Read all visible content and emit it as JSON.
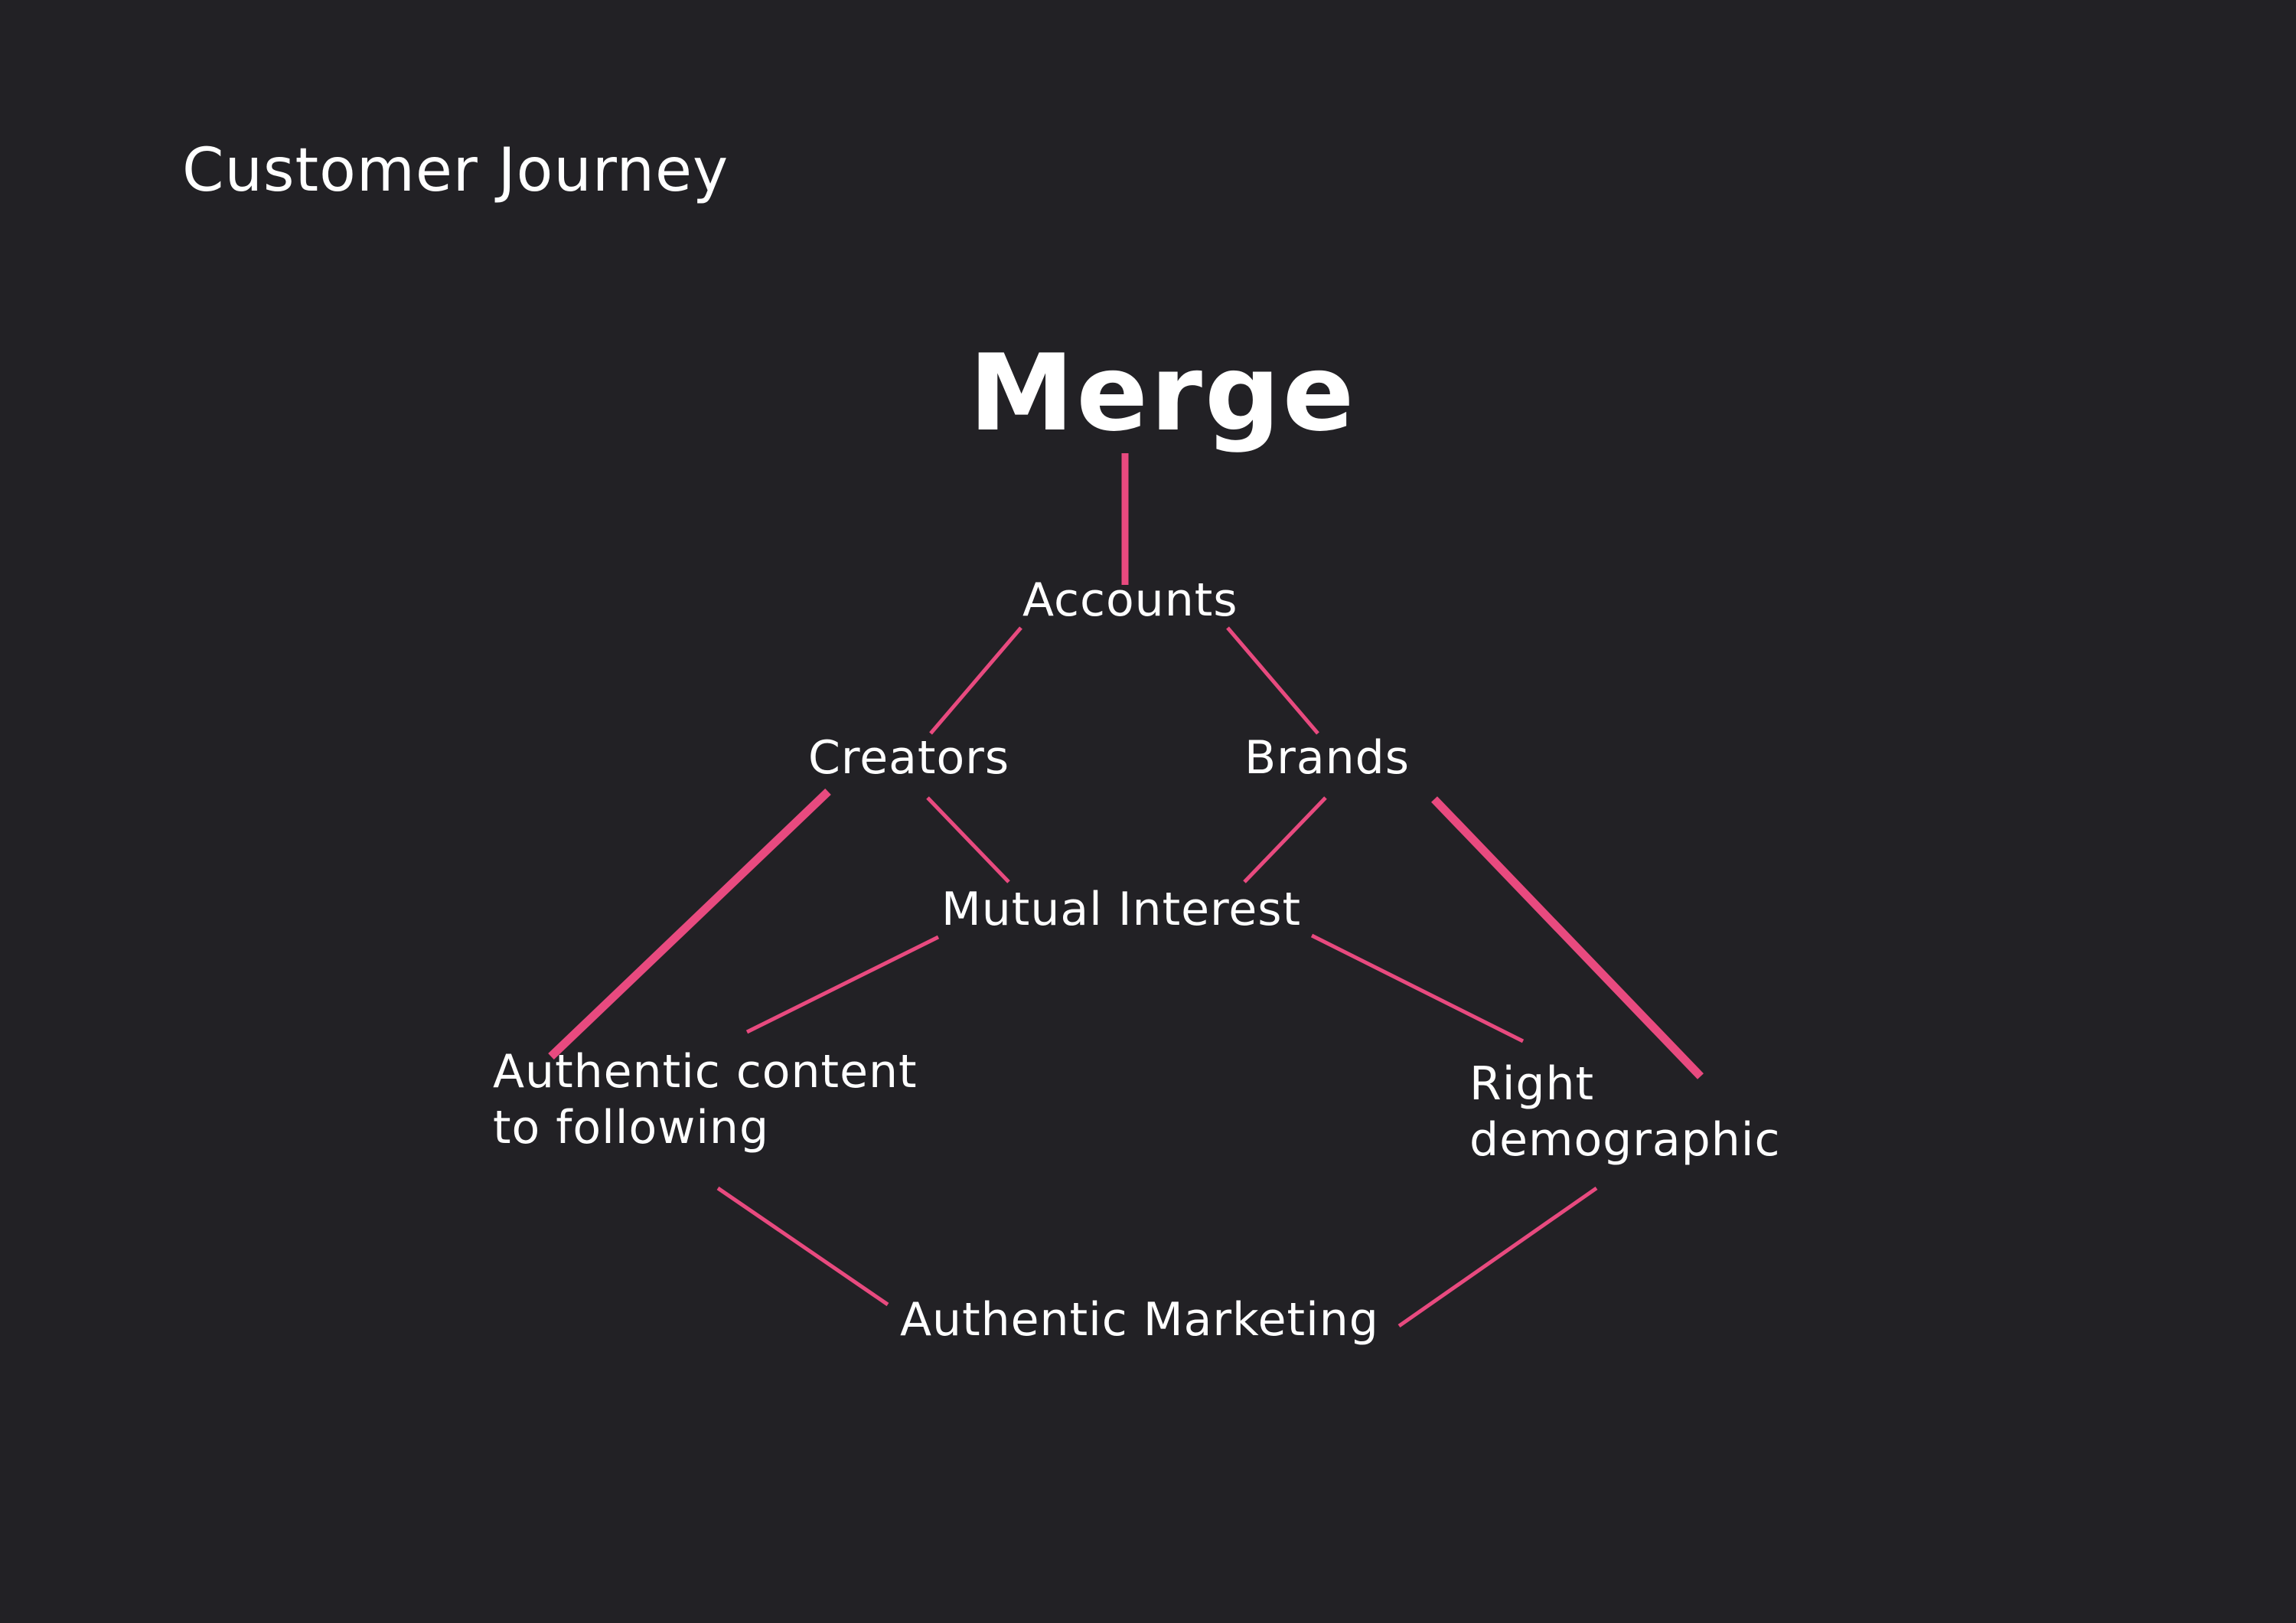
{
  "title": "Customer Journey",
  "colors": {
    "background": "#222125",
    "text": "#ffffff",
    "connector": "#e84a7f"
  },
  "nodes": {
    "merge": "Merge",
    "accounts": "Accounts",
    "creators": "Creators",
    "brands": "Brands",
    "mutual_interest": "Mutual Interest",
    "authentic_content": [
      "Authentic content",
      "to following"
    ],
    "right_demographic": [
      "Right",
      "demographic"
    ],
    "authentic_marketing": "Authentic Marketing"
  },
  "edges": [
    {
      "from": "merge",
      "to": "accounts"
    },
    {
      "from": "accounts",
      "to": "creators"
    },
    {
      "from": "accounts",
      "to": "brands"
    },
    {
      "from": "creators",
      "to": "mutual_interest"
    },
    {
      "from": "brands",
      "to": "mutual_interest"
    },
    {
      "from": "creators",
      "to": "authentic_content"
    },
    {
      "from": "brands",
      "to": "right_demographic"
    },
    {
      "from": "mutual_interest",
      "to": "authentic_content"
    },
    {
      "from": "mutual_interest",
      "to": "right_demographic"
    },
    {
      "from": "authentic_content",
      "to": "authentic_marketing"
    },
    {
      "from": "right_demographic",
      "to": "authentic_marketing"
    }
  ]
}
